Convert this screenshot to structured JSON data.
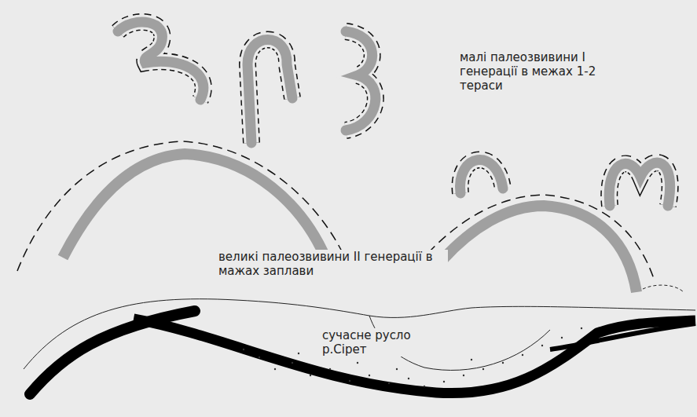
{
  "diagram": {
    "labels": [
      "малі палеозвивини І генерації в межах 1-2 тераси",
      "великі палеозвивини ІІ генерації в мажах заплави",
      "сучасне русло р.Сірет"
    ]
  }
}
